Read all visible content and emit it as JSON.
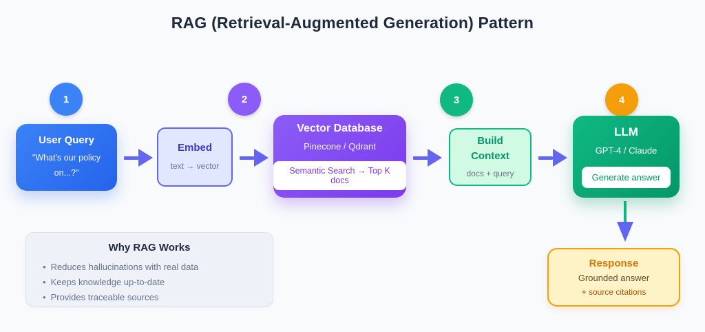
{
  "title": "RAG (Retrieval-Augmented Generation) Pattern",
  "steps": [
    {
      "number": "1",
      "color": "#3b82f6"
    },
    {
      "number": "2",
      "color": "#8b5cf6"
    },
    {
      "number": "3",
      "color": "#10b981"
    },
    {
      "number": "4",
      "color": "#f59e0b"
    }
  ],
  "nodes": {
    "user_query": {
      "title": "User Query",
      "subtitle": "\"What's our policy on...?\""
    },
    "embed": {
      "title": "Embed",
      "subtitle": "text → vector"
    },
    "vector_db": {
      "title": "Vector Database",
      "subtitle": "Pinecone / Qdrant",
      "badge": "Semantic Search → Top K docs"
    },
    "build_context": {
      "title": "Build Context",
      "subtitle": "docs + query"
    },
    "llm": {
      "title": "LLM",
      "subtitle": "GPT-4 / Claude",
      "badge": "Generate answer"
    },
    "response": {
      "title": "Response",
      "subtitle": "Grounded answer",
      "note": "+ source citations"
    }
  },
  "why_box": {
    "title": "Why RAG Works",
    "bullets": [
      "Reduces hallucinations with real data",
      "Keeps knowledge up-to-date",
      "Provides traceable sources"
    ]
  },
  "colors": {
    "background": "#f8fafc",
    "title_text": "#1e293b",
    "arrow": "#6366f1",
    "vertical_arrow_stem": "#10b981",
    "user_query_gradient": [
      "#3b82f6",
      "#2563eb"
    ],
    "vector_db_gradient": [
      "#8b5cf6",
      "#7c3aed"
    ],
    "llm_gradient": [
      "#10b981",
      "#059669"
    ],
    "embed_bg": "#e0e7ff",
    "build_context_bg": "#d1fae5",
    "response_bg": "#fef3c7",
    "response_border": "#f59e0b",
    "why_box_bg": "#eef2f8"
  }
}
